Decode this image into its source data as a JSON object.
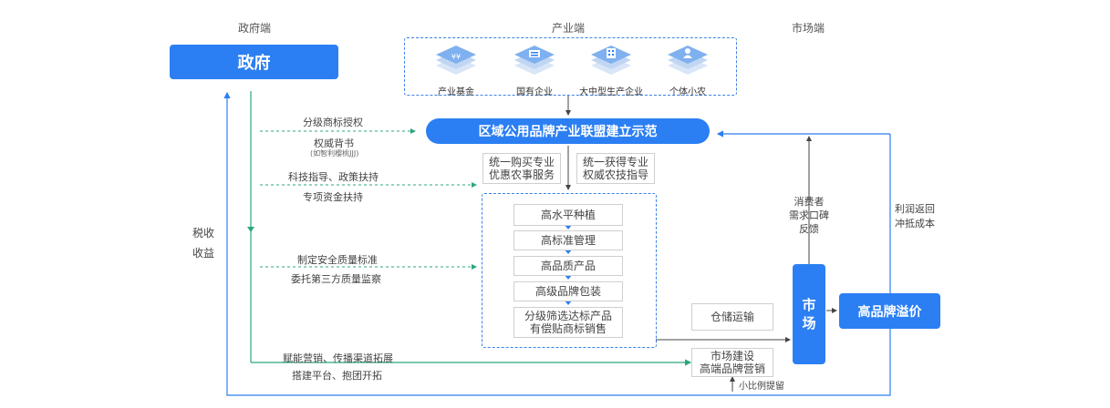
{
  "columns": {
    "gov": "政府端",
    "industry": "产业端",
    "market": "市场端"
  },
  "gov_box": "政府",
  "industry": {
    "items": [
      {
        "label": "产业基金",
        "icon": "fund-icon"
      },
      {
        "label": "国有企业",
        "icon": "state-enterprise-icon"
      },
      {
        "label": "大中型生产企业",
        "icon": "large-enterprise-icon"
      },
      {
        "label": "个体小农",
        "icon": "farmer-icon"
      }
    ]
  },
  "alliance_box": "区域公用品牌产业联盟建立示范",
  "gov_arrows": {
    "a1_top": "分级商标授权",
    "a1_bottom": "权威背书",
    "a1_note": "(如智利樱桃JJJ)",
    "a2_top": "科技指导、政策扶持",
    "a2_bottom": "专项资金扶持",
    "a3_top": "制定安全质量标准",
    "a3_bottom": "委托第三方质量监察",
    "a4_top": "赋能营销、传播渠道拓展",
    "a4_bottom": "搭建平台、抱团开拓"
  },
  "tax": {
    "line1": "税收",
    "line2": "收益"
  },
  "services": {
    "left": {
      "line1": "统一购买专业",
      "line2": "优惠农事服务"
    },
    "right": {
      "line1": "统一获得专业",
      "line2": "权威农技指导"
    }
  },
  "steps": [
    {
      "line1": "高水平种植",
      "line2": ""
    },
    {
      "line1": "高标准管理",
      "line2": ""
    },
    {
      "line1": "高品质产品",
      "line2": ""
    },
    {
      "line1": "高级品牌包装",
      "line2": ""
    },
    {
      "line1": "分级筛选达标产品",
      "line2": "有偿贴商标销售"
    }
  ],
  "storage": "仓储运输",
  "market_build": {
    "line1": "市场建设",
    "line2": "高端品牌营销"
  },
  "small_ratio": "小比例提留",
  "market_box": {
    "line1": "市",
    "line2": "场"
  },
  "premium_box": "高品牌溢价",
  "feedback": {
    "line1": "消费者",
    "line2": "需求口碑",
    "line3": "反馈"
  },
  "profit": {
    "line1": "利润返回",
    "line2": "冲抵成本"
  },
  "colors": {
    "blue": "#2b7ff3",
    "green": "#2aa879",
    "gray_line": "#555555"
  }
}
